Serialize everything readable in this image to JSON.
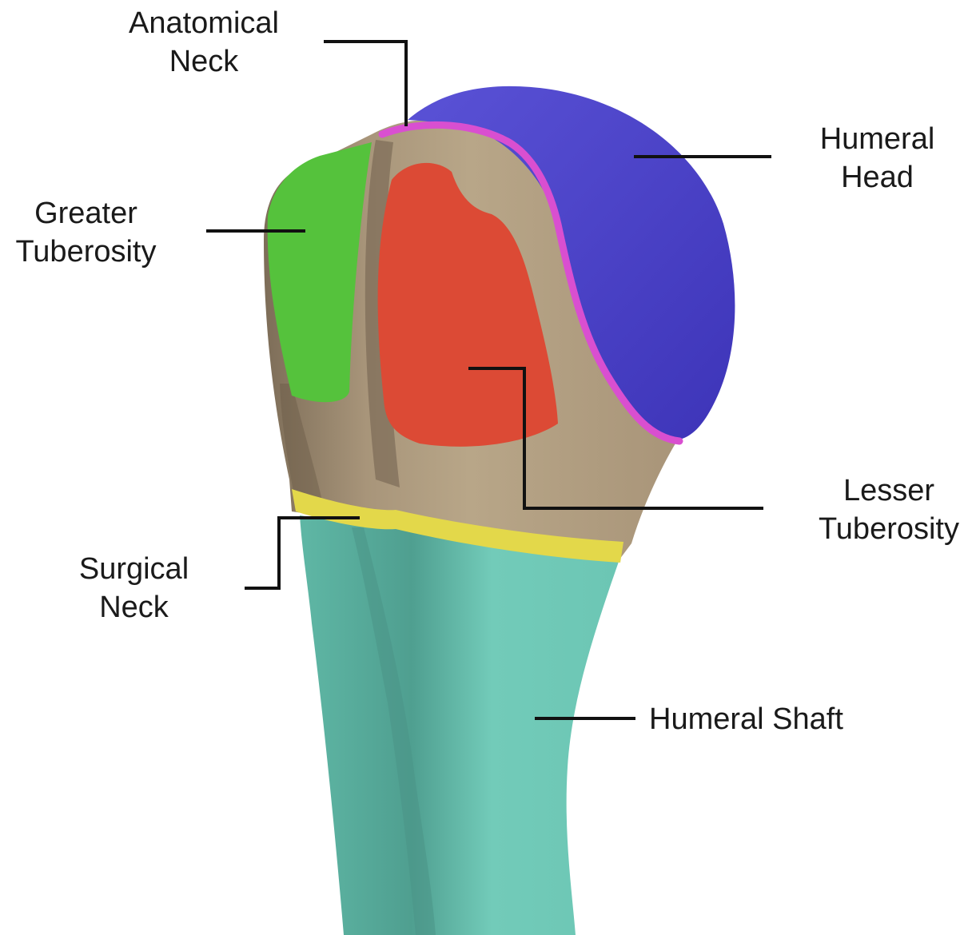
{
  "labels": {
    "anatomical_neck": [
      "Anatomical",
      "Neck"
    ],
    "humeral_head": [
      "Humeral",
      "Head"
    ],
    "greater_tuberosity": [
      "Greater",
      "Tuberosity"
    ],
    "lesser_tuberosity": [
      "Lesser",
      "Tuberosity"
    ],
    "surgical_neck": [
      "Surgical",
      "Neck"
    ],
    "humeral_shaft": [
      "Humeral Shaft"
    ]
  },
  "colors": {
    "humeral_head": "#4f45c8",
    "anatomical_neck": "#d94fd0",
    "greater_tuberosity": "#55c23c",
    "lesser_tuberosity": "#dc4a35",
    "surgical_neck": "#e3d84a",
    "humeral_shaft": "#6ccbb8",
    "bone": "#b09a7c",
    "leader_line": "#111111"
  }
}
